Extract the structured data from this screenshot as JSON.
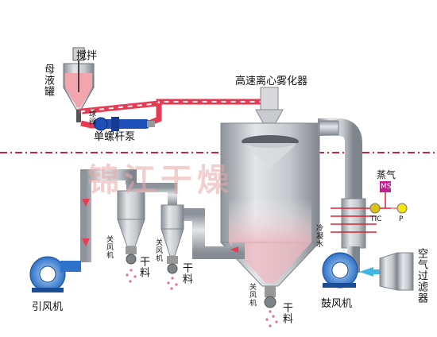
{
  "labels": {
    "stirrer": "搅拌",
    "mother_liquor_tank": "母液罐",
    "ball_valve": "球阀",
    "screw_pump": "单螺杆泵",
    "atomizer": "高速离心雾化器",
    "steam": "蒸气",
    "ms": "MS",
    "tic": "TIC",
    "p": "P",
    "condensate": "冷凝水",
    "air_filter": "空气过滤器",
    "blower": "鼓风机",
    "induced_fan": "引风机",
    "airlock_valve": "关风机",
    "dry_material": "干料",
    "watermark": "锦江干燥"
  },
  "colors": {
    "steel": "#b9bdc2",
    "steel_dark": "#7f858c",
    "feed_pipe": "#e83a52",
    "dash_line": "#cc2244",
    "liquid": "#f2a5ad",
    "pump_blue": "#1f4fb8",
    "fan_blue": "#2e72c9",
    "air_arrow": "#3db8e6",
    "ms_box": "#c0208a",
    "p_circle": "#f3e515"
  }
}
